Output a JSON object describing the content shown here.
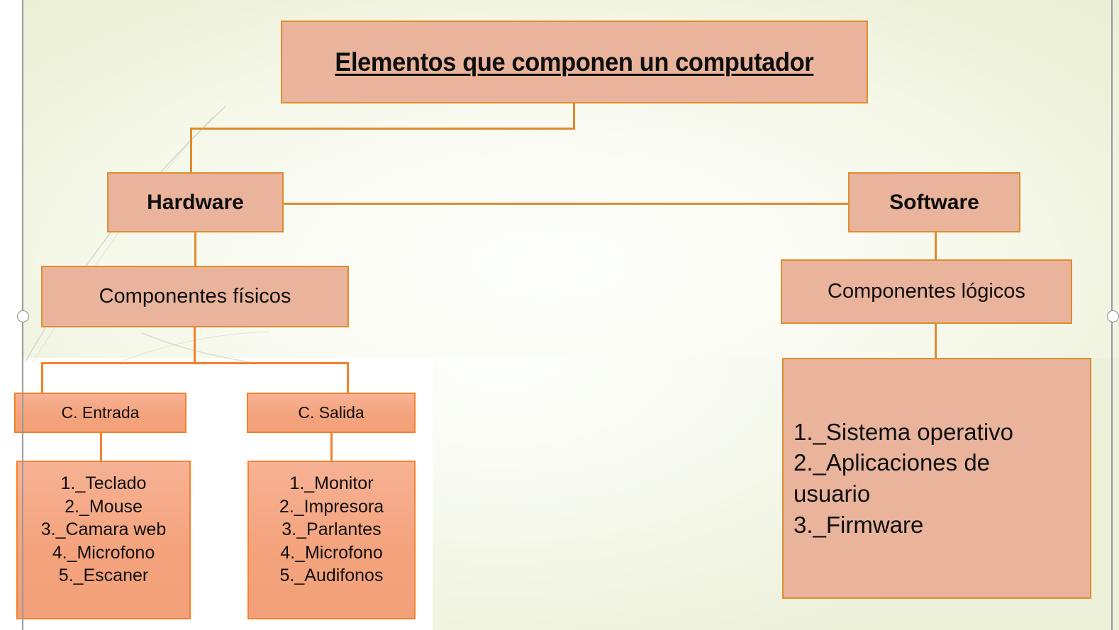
{
  "slide": {
    "title": "Elementos que componen un computador",
    "colors": {
      "box_fill_salmon": "#e9b49b",
      "box_border_salmon": "#de8d30",
      "box_fill_orange": "#f4a37d",
      "box_border_orange": "#f4812c",
      "connector": "#e08a2e",
      "background_green": "#eef2dc",
      "background_white": "#ffffff",
      "text": "#0d0d0d",
      "guide_line": "#9a9a9a"
    }
  },
  "nodes": {
    "hardware": "Hardware",
    "software": "Software",
    "componentes_fisicos": "Componentes físicos",
    "componentes_logicos": "Componentes lógicos",
    "c_entrada": "C. Entrada",
    "c_salida": "C. Salida"
  },
  "lists": {
    "entrada": {
      "items": [
        "1._Teclado",
        "2._Mouse",
        "3._Camara web",
        "4._Microfono",
        "5._Escaner"
      ],
      "text": "1._Teclado\n2._Mouse\n3._Camara web\n4._Microfono\n5._Escaner"
    },
    "salida": {
      "items": [
        "1._Monitor",
        "2._Impresora",
        "3._Parlantes",
        "4._Microfono",
        "5._Audifonos"
      ],
      "text": "1._Monitor\n2._Impresora\n3._Parlantes\n4._Microfono\n5._Audifonos"
    },
    "software": {
      "items": [
        "1._Sistema operativo",
        "2._Aplicaciones de usuario",
        "3._Firmware"
      ],
      "text": "1._Sistema operativo\n2._Aplicaciones de\nusuario\n3._Firmware"
    }
  }
}
